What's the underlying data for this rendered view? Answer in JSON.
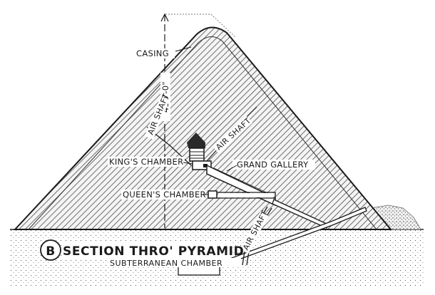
{
  "diagram": {
    "section_letter": "B",
    "title": "SECTION THRO' PYRAMID",
    "labels": {
      "casing": "CASING",
      "height": "450'-0\"",
      "air_shaft_left": "AIR SHAFT",
      "air_shaft_right": "AIR SHAFT",
      "air_shaft_lower": "AIR SHAFT",
      "kings_chamber": "KING'S CHAMBER",
      "grand_gallery": "GRAND GALLERY",
      "queens_chamber": "QUEEN'S CHAMBER",
      "subterranean_chamber": "SUBTERRANEAN CHAMBER"
    }
  }
}
